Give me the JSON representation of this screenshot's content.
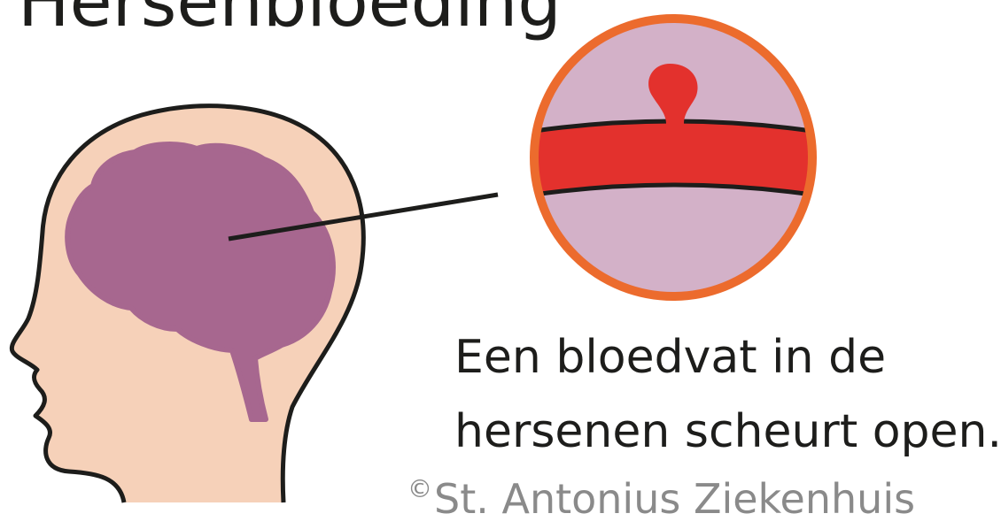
{
  "title": "Hersenbloeding",
  "caption": {
    "line1": "Een bloedvat in de",
    "line2": "hersenen scheurt open."
  },
  "copyright": {
    "symbol": "©",
    "owner": "St. Antonius Ziekenhuis"
  },
  "colors": {
    "skin": "#f6d1b9",
    "brain": "#a7678f",
    "outline": "#1d1d1b",
    "magnifier_ring": "#ec6b2d",
    "tissue": "#d3b1c8",
    "blood": "#e3312d"
  }
}
